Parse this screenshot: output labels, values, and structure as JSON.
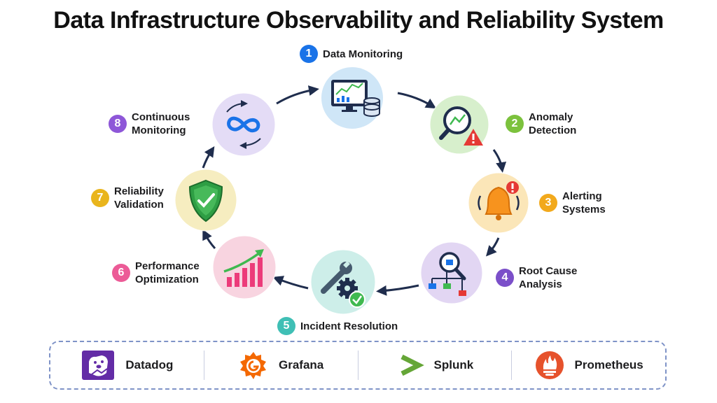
{
  "title": "Data Infrastructure Observability and Reliability System",
  "steps": [
    {
      "number": "1",
      "lines": [
        "Data Monitoring"
      ],
      "icon": "monitor-database-icon",
      "color": "#1a73e8",
      "fill": "#cfe6f7"
    },
    {
      "number": "2",
      "lines": [
        "Anomaly",
        "Detection"
      ],
      "icon": "magnifier-warning-icon",
      "color": "#7cc23d",
      "fill": "#d7efcc"
    },
    {
      "number": "3",
      "lines": [
        "Alerting",
        "Systems"
      ],
      "icon": "bell-alert-icon",
      "color": "#f2a91c",
      "fill": "#fbe6b8"
    },
    {
      "number": "4",
      "lines": [
        "Root Cause",
        "Analysis"
      ],
      "icon": "flowchart-search-icon",
      "color": "#7b4fc9",
      "fill": "#e2d6f3"
    },
    {
      "number": "5",
      "lines": [
        "Incident Resolution"
      ],
      "icon": "wrench-gear-icon",
      "color": "#3fbfb5",
      "fill": "#cdeee9"
    },
    {
      "number": "6",
      "lines": [
        "Performance",
        "Optimization"
      ],
      "icon": "growth-chart-icon",
      "color": "#ec5b97",
      "fill": "#f8d4e0"
    },
    {
      "number": "7",
      "lines": [
        "Reliability",
        "Validation"
      ],
      "icon": "shield-check-icon",
      "color": "#e9b51d",
      "fill": "#f6edc0"
    },
    {
      "number": "8",
      "lines": [
        "Continuous",
        "Monitoring"
      ],
      "icon": "infinity-loop-icon",
      "color": "#8e57d8",
      "fill": "#e4dcf6"
    }
  ],
  "tools": [
    {
      "name": "Datadog",
      "icon": "datadog-logo-icon",
      "color": "#632ca6"
    },
    {
      "name": "Grafana",
      "icon": "grafana-logo-icon",
      "color": "#f46800"
    },
    {
      "name": "Splunk",
      "icon": "splunk-logo-icon",
      "color": "#65a637"
    },
    {
      "name": "Prometheus",
      "icon": "prometheus-logo-icon",
      "color": "#e6522c"
    }
  ]
}
